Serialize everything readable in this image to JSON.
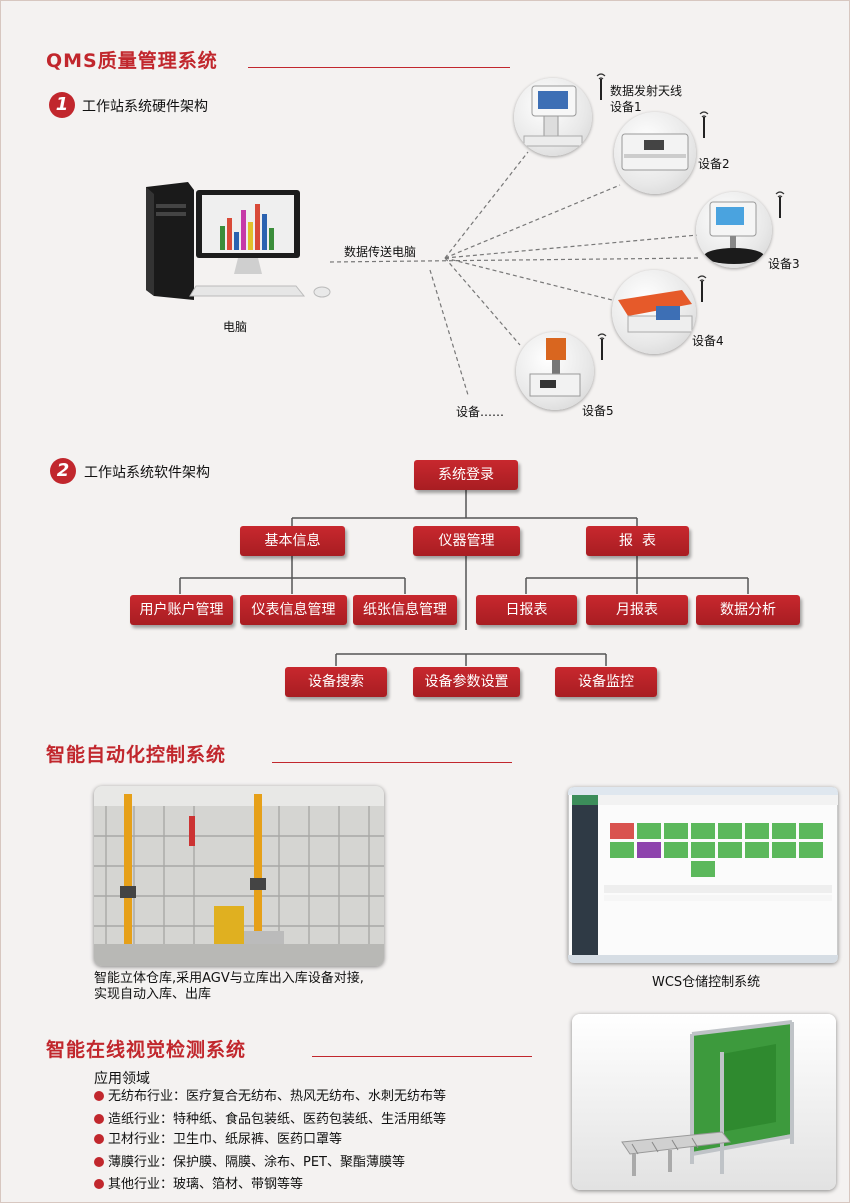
{
  "sections": {
    "qms": {
      "title": "QMS质量管理系统"
    },
    "automation": {
      "title": "智能自动化控制系统"
    },
    "vision": {
      "title": "智能在线视觉检测系统"
    }
  },
  "hardware": {
    "number": "1",
    "title": "工作站系统硬件架构",
    "computer_label": "电脑",
    "transfer_label": "数据传送电脑",
    "antenna_label": "数据发射天线",
    "devices": [
      "设备1",
      "设备2",
      "设备3",
      "设备4",
      "设备5"
    ],
    "more_label": "设备……"
  },
  "software": {
    "number": "2",
    "title": "工作站系统软件架构",
    "root": "系统登录",
    "level1": [
      "基本信息",
      "仪器管理",
      "报  表"
    ],
    "basic_children": [
      "用户账户管理",
      "仪表信息管理",
      "纸张信息管理"
    ],
    "report_children": [
      "日报表",
      "月报表",
      "数据分析"
    ],
    "instrument_children": [
      "设备搜索",
      "设备参数设置",
      "设备监控"
    ]
  },
  "automation": {
    "caption_line1": "智能立体仓库,采用AGV与立库出入库设备对接,",
    "caption_line2": "实现自动入库、出库",
    "wcs_caption": "WCS仓储控制系统"
  },
  "vision": {
    "heading": "应用领域",
    "items": [
      "无纺布行业：医疗复合无纺布、热风无纺布、水刺无纺布等",
      "造纸行业：特种纸、食品包装纸、医药包装纸、生活用纸等",
      "卫材行业：卫生巾、纸尿裤、医药口罩等",
      "薄膜行业：保护膜、隔膜、涂布、PET、聚酯薄膜等",
      "其他行业：玻璃、箔材、带钢等等"
    ]
  },
  "colors": {
    "accent": "#c1272d",
    "tile_green": "#5cb85c"
  },
  "icons": [
    "antenna-icon",
    "bullet-dot-icon"
  ]
}
